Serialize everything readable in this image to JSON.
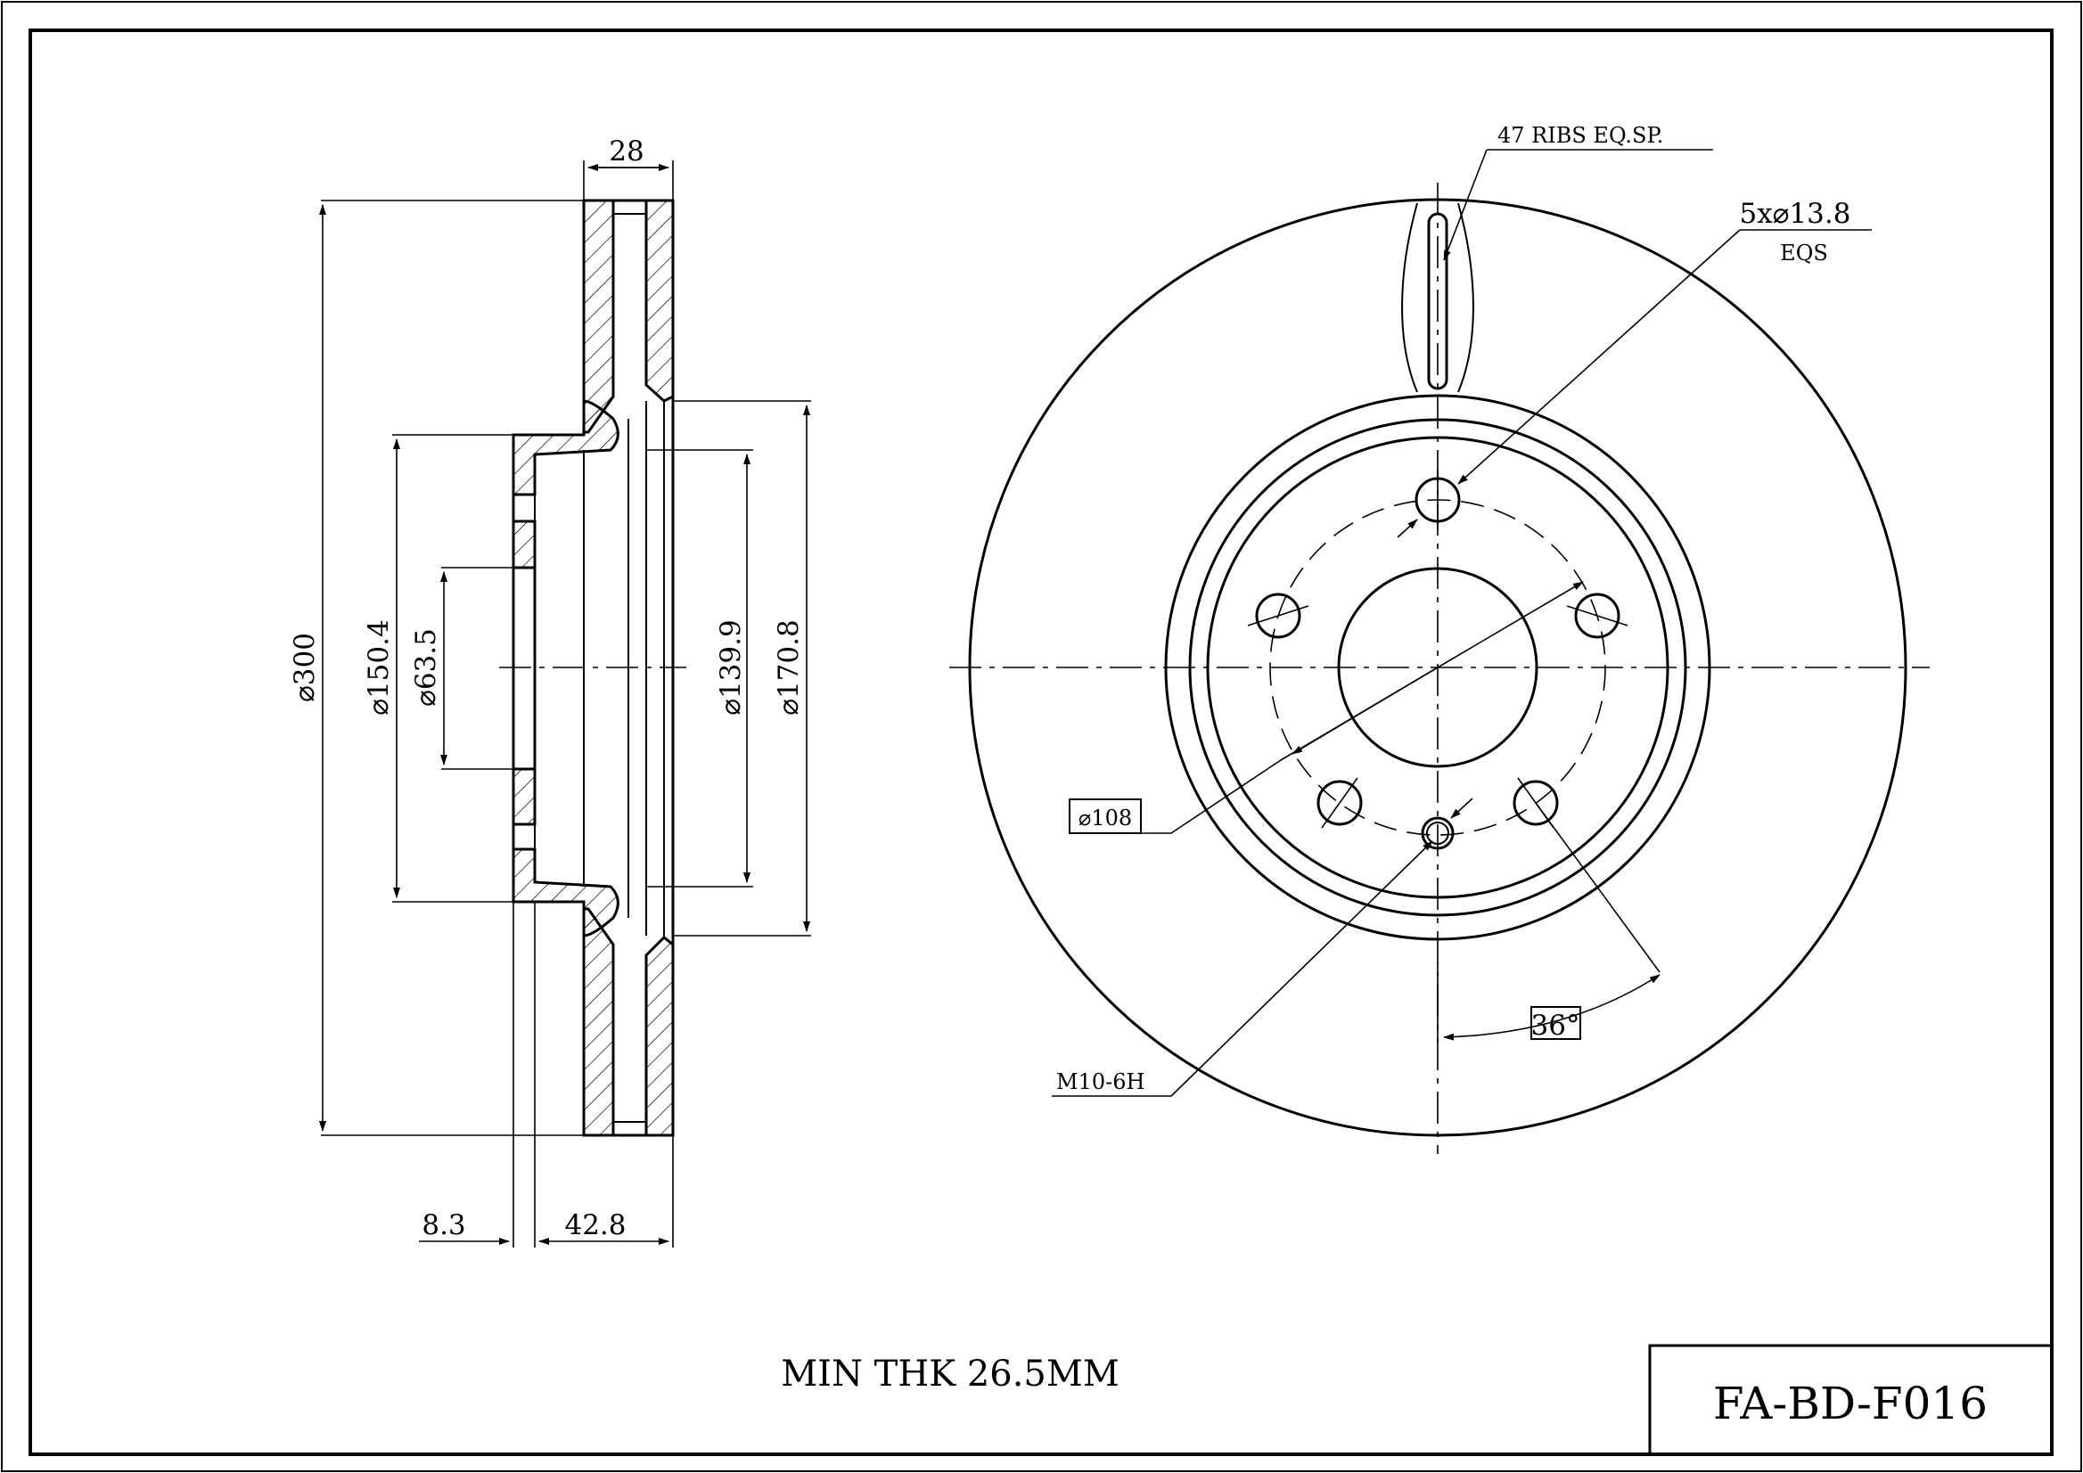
{
  "section_dims": {
    "thickness": "28",
    "outer_dia": "⌀300",
    "hat_dia": "⌀150.4",
    "bore_dia": "⌀63.5",
    "inner_dia": "⌀139.9",
    "hub_dia": "⌀170.8",
    "offset": "8.3",
    "height": "42.8"
  },
  "face_dims": {
    "ribs": "47 RIBS EQ.SP.",
    "bolt_holes": "5x⌀13.8",
    "bolt_holes_note": "EQS",
    "pcd": "⌀108",
    "angle": "36°",
    "thread": "M10-6H"
  },
  "min_thickness": "MIN THK 26.5MM",
  "part_number": "FA-BD-F016"
}
